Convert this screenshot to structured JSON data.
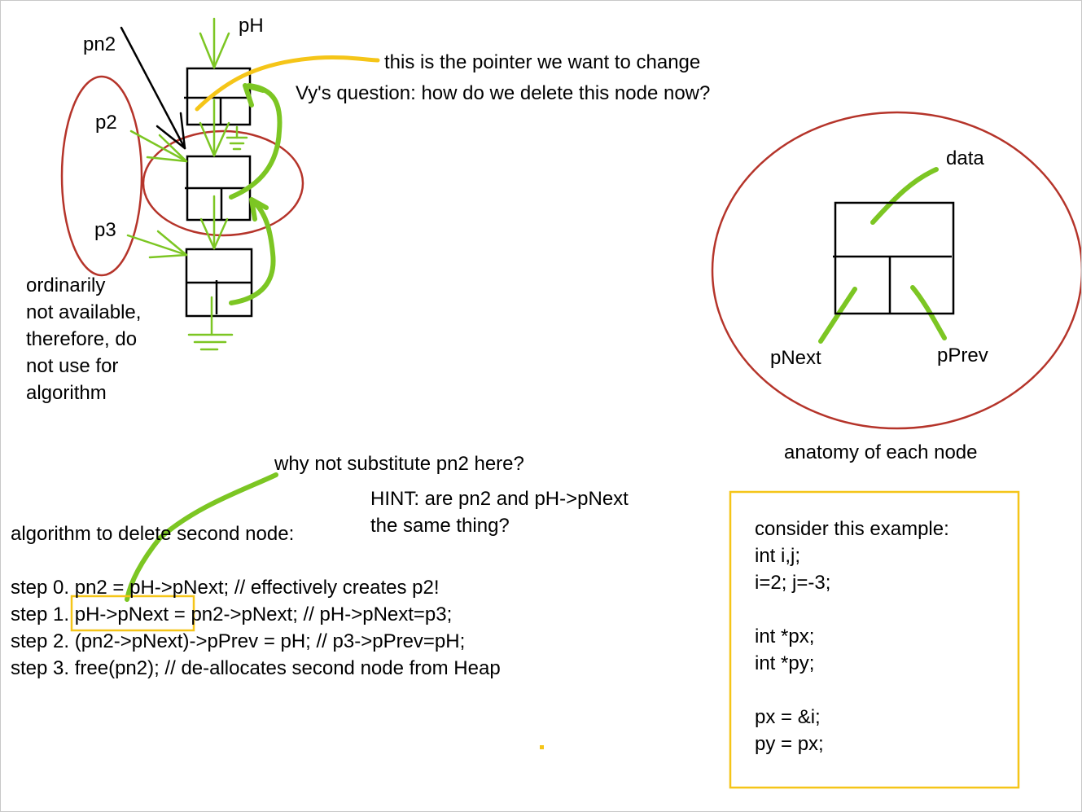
{
  "colors": {
    "ink": "#000000",
    "green": "#7cc623",
    "red": "#b5342a",
    "yellow": "#f5c518",
    "border": "#c8c8c8"
  },
  "labels": {
    "pH": "pH",
    "pn2": "pn2",
    "p2": "p2",
    "p3": "p3",
    "data": "data",
    "pNext": "pNext",
    "pPrev": "pPrev"
  },
  "notes": {
    "pointer_change": "this is the pointer we want to change",
    "vy_question": "Vy's question: how do we delete this node now?",
    "ordinarily": [
      "ordinarily",
      "not available,",
      "therefore, do",
      "not use for",
      "algorithm"
    ],
    "anatomy": "anatomy of each node",
    "why_not": "why not substitute pn2 here?",
    "hint": [
      "HINT: are pn2 and pH->pNext",
      "the same thing?"
    ]
  },
  "algorithm": {
    "title": "algorithm to delete second node:",
    "steps": [
      "step 0. pn2 = pH->pNext; // effectively creates p2!",
      "step 1. pH->pNext = pn2->pNext; // pH->pNext=p3;",
      "step 2. (pn2->pNext)->pPrev = pH; // p3->pPrev=pH;",
      "step 3. free(pn2); // de-allocates second node from Heap"
    ]
  },
  "example": {
    "lines": [
      "consider this example:",
      "int i,j;",
      "i=2; j=-3;",
      "",
      "int *px;",
      "int *py;",
      "",
      "px = &i;",
      "py = px;"
    ]
  }
}
